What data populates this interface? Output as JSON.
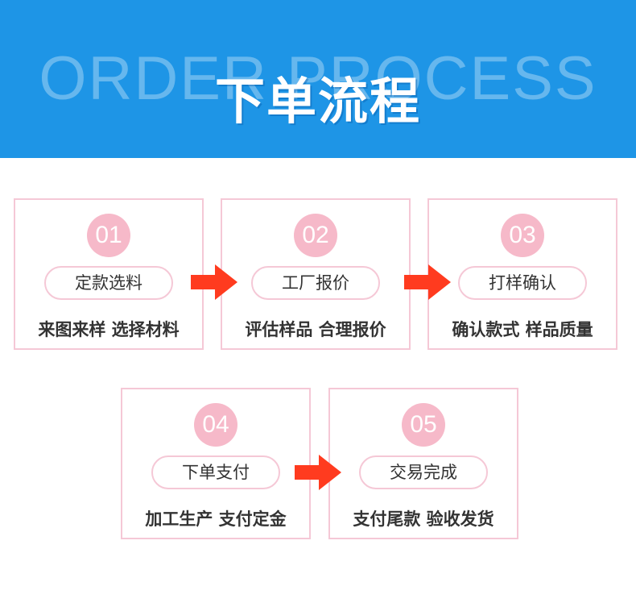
{
  "header": {
    "title_en": "ORDER PROCESS",
    "title_cn": "下单流程"
  },
  "steps": [
    {
      "number": "01",
      "action": "定款选料",
      "desc": "来图来样 选择材料"
    },
    {
      "number": "02",
      "action": "工厂报价",
      "desc": "评估样品 合理报价"
    },
    {
      "number": "03",
      "action": "打样确认",
      "desc": "确认款式 样品质量"
    },
    {
      "number": "04",
      "action": "下单支付",
      "desc": "加工生产 支付定金"
    },
    {
      "number": "05",
      "action": "交易完成",
      "desc": "支付尾款 验收发货"
    }
  ],
  "colors": {
    "banner": "#1e95e6",
    "accent_pink": "#f6b9c9",
    "card_border": "#f5c8d6",
    "arrow": "#ff3b1f"
  },
  "icons": {
    "arrow": "arrow-right-icon"
  }
}
